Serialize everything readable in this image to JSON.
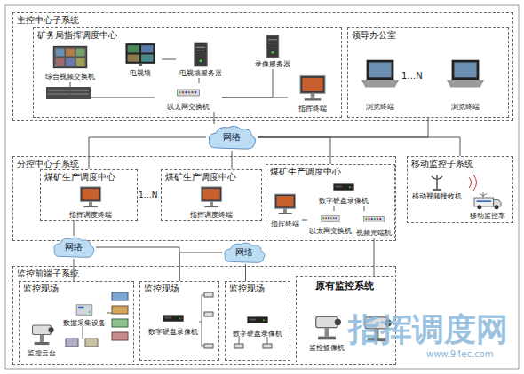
{
  "diagram": {
    "nodes": [
      {
        "text": [
          "主控中心子系统"
        ]
      },
      {
        "text": [
          "矿务局指挥调度中心"
        ],
        "in": 0
      },
      {
        "text": [
          "综合视频交换机"
        ],
        "in": 1
      },
      {
        "text": [
          "电视墙"
        ],
        "in": 1
      },
      {
        "text": [
          "电视墙服务器"
        ],
        "in": 1
      },
      {
        "text": [
          "录像服务器"
        ],
        "in": 1
      },
      {
        "text": [
          "以太网交换机"
        ],
        "in": 1
      },
      {
        "text": [
          "指挥终端"
        ],
        "in": 1
      },
      {
        "text": [
          "领导办公室"
        ],
        "in": 0
      },
      {
        "text": [
          "浏览终端"
        ],
        "in": 8
      },
      {
        "text": [
          "浏览终端"
        ],
        "in": 8
      },
      {
        "text": [
          "网络"
        ]
      },
      {
        "text": [
          "分控中心子系统"
        ]
      },
      {
        "text": [
          "煤矿生产调度中心"
        ],
        "in": 12
      },
      {
        "text": [
          "指挥调度终端"
        ],
        "in": 13
      },
      {
        "text": [
          "煤矿生产调度中心"
        ],
        "in": 12
      },
      {
        "text": [
          "指挥调度终端"
        ],
        "in": 15
      },
      {
        "text": [
          "煤矿生产调度中心"
        ],
        "in": 12
      },
      {
        "text": [
          "指挥终端"
        ],
        "in": 17
      },
      {
        "text": [
          "数字硬盘录像机"
        ],
        "in": 17
      },
      {
        "text": [
          "以太网交换机"
        ],
        "in": 17
      },
      {
        "text": [
          "视频光端机"
        ],
        "in": 17
      },
      {
        "text": [
          "移动监控子系统"
        ]
      },
      {
        "text": [
          "移动视频接收机"
        ],
        "in": 22
      },
      {
        "text": [
          "移动监控车"
        ],
        "in": 22
      },
      {
        "text": [
          "网络"
        ]
      },
      {
        "text": [
          "网络"
        ]
      },
      {
        "text": [
          "监控前端子系统"
        ]
      },
      {
        "text": [
          "监控现场"
        ],
        "in": 27
      },
      {
        "text": [
          "数据采集设备"
        ],
        "in": 28
      },
      {
        "text": [
          "监控云台"
        ],
        "in": 28
      },
      {
        "text": [
          "监控现场"
        ],
        "in": 27
      },
      {
        "text": [
          "数字硬盘录像机"
        ],
        "in": 31
      },
      {
        "text": [
          "监控现场"
        ],
        "in": 27
      },
      {
        "text": [
          "数字硬盘录像机"
        ],
        "in": 33
      },
      {
        "text": [
          "原有监控系统"
        ],
        "in": 27
      },
      {
        "text": [
          "监控摄像机"
        ],
        "in": 35
      }
    ],
    "edges": [
      {
        "from": 2,
        "to": 6,
        "arrow": "none"
      },
      {
        "from": 3,
        "to": 4,
        "arrow": "none"
      },
      {
        "from": 4,
        "to": 6,
        "arrow": "none"
      },
      {
        "from": 5,
        "to": 6,
        "arrow": "none"
      },
      {
        "from": 7,
        "to": 6,
        "arrow": "none"
      },
      {
        "from": 6,
        "to": 11,
        "arrow": "none"
      },
      {
        "from": 8,
        "to": 11,
        "arrow": "none"
      },
      {
        "from": 11,
        "to": 13,
        "arrow": "none"
      },
      {
        "from": 11,
        "to": 15,
        "arrow": "none"
      },
      {
        "from": 11,
        "to": 17,
        "arrow": "none"
      },
      {
        "from": 11,
        "to": 22,
        "arrow": "none"
      },
      {
        "from": 18,
        "to": 20,
        "arrow": "none"
      },
      {
        "from": 19,
        "to": 20,
        "arrow": "none"
      },
      {
        "from": 19,
        "to": 21,
        "arrow": "none"
      },
      {
        "from": 13,
        "to": 25,
        "arrow": "none"
      },
      {
        "from": 25,
        "to": 28,
        "arrow": "none"
      },
      {
        "from": 25,
        "to": 31,
        "arrow": "none"
      },
      {
        "from": 15,
        "to": 26,
        "arrow": "none"
      },
      {
        "from": 26,
        "to": 31,
        "arrow": "none"
      },
      {
        "from": 26,
        "to": 33,
        "arrow": "none"
      },
      {
        "from": 21,
        "to": 35,
        "arrow": "none"
      }
    ],
    "labels": [
      "1…N",
      "1…N",
      "指挥调度网",
      "www.94ec.com"
    ]
  }
}
